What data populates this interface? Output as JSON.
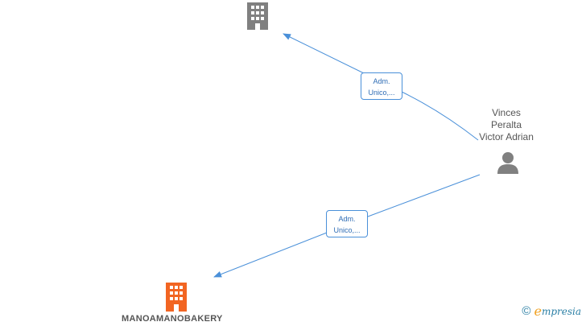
{
  "nodes": {
    "top_company": {
      "name": "",
      "icon": "building-icon",
      "color": "#808080"
    },
    "person": {
      "name_lines": [
        "Vinces",
        "Peralta",
        "Victor Adrian"
      ],
      "icon": "person-icon",
      "color": "#808080"
    },
    "bottom_company": {
      "name": "MANOAMANOBAKERY",
      "icon": "building-icon",
      "color": "#f26522"
    }
  },
  "edges": [
    {
      "from": "person",
      "to": "top_company",
      "label_lines": [
        "Adm.",
        "Unico,..."
      ]
    },
    {
      "from": "person",
      "to": "bottom_company",
      "label_lines": [
        "Adm.",
        "Unico,..."
      ]
    }
  ],
  "colors": {
    "edge": "#4a90d9",
    "label_text": "#2f6db5"
  },
  "brand": {
    "copyright_symbol": "©",
    "logo_first_letter": "e",
    "logo_rest": "mpresia"
  }
}
